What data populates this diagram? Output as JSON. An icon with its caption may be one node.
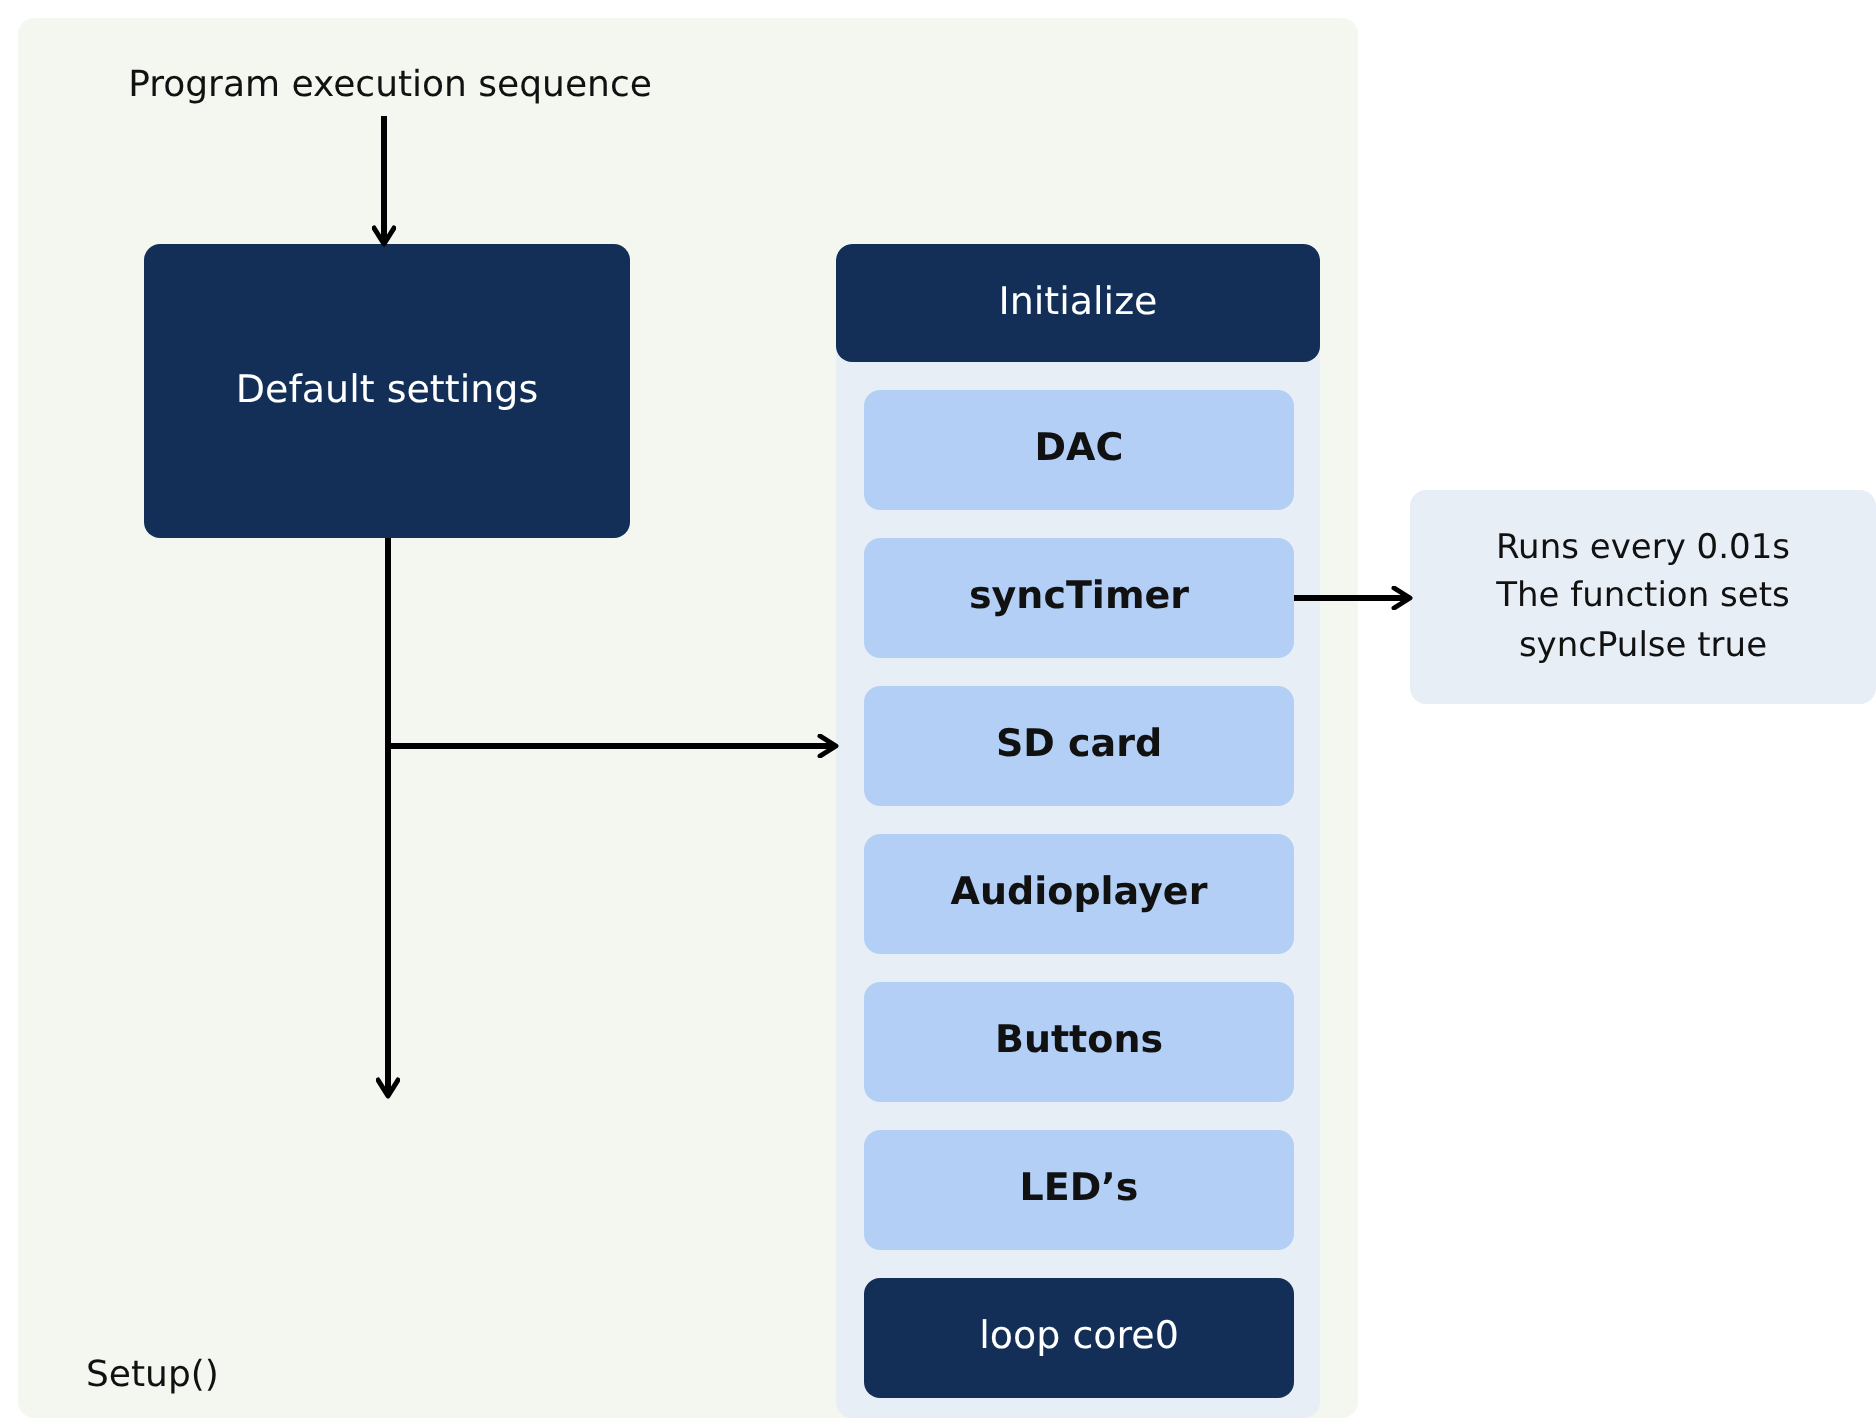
{
  "diagram": {
    "nodes": [
      {
        "text": [
          "Setup()"
        ]
      },
      {
        "text": [
          "Program execution sequence"
        ],
        "in": 0
      },
      {
        "text": [
          "Default settings"
        ],
        "in": 0
      },
      {
        "text": [],
        "shape": "box",
        "in": 0
      },
      {
        "text": [
          "Initialize"
        ],
        "in": 3
      },
      {
        "text": [
          "DAC"
        ],
        "in": 3
      },
      {
        "text": [
          "syncTimer"
        ],
        "in": 3
      },
      {
        "text": [
          "SD card"
        ],
        "in": 3
      },
      {
        "text": [
          "Audioplayer"
        ],
        "in": 3
      },
      {
        "text": [
          "Buttons"
        ],
        "in": 3
      },
      {
        "text": [
          "LED’s"
        ],
        "in": 3
      },
      {
        "text": [
          "loop core0"
        ],
        "in": 3
      },
      {
        "text": [
          "Runs every 0.01s The function sets syncPulse true"
        ]
      }
    ],
    "edges": [
      {
        "from": 1,
        "to": 2,
        "arrow": "to"
      },
      {
        "from": 2,
        "to": 3,
        "arrow": "to"
      },
      {
        "from": 2,
        "to": null,
        "arrow": "to"
      },
      {
        "from": 6,
        "to": 12,
        "arrow": "to"
      }
    ]
  }
}
